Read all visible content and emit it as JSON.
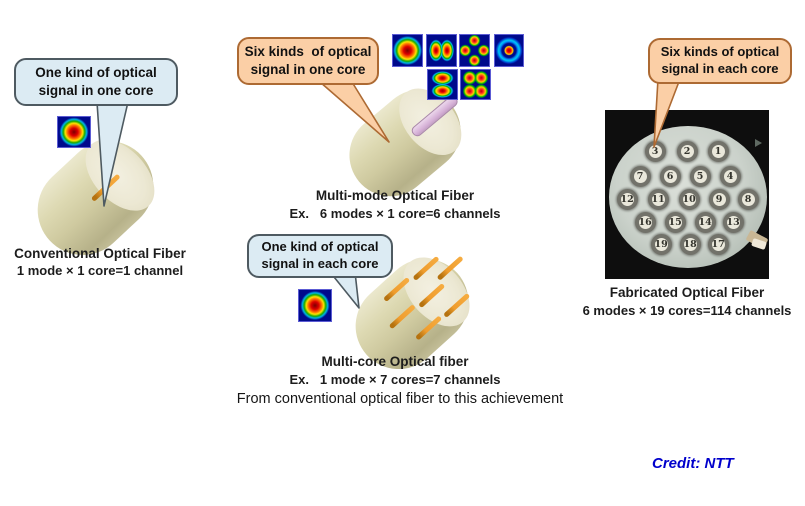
{
  "colors": {
    "callout_blue_fill": "#dcebf3",
    "callout_blue_border": "#4e5a61",
    "callout_orange_fill": "#fbcfa6",
    "callout_orange_border": "#ad6a33",
    "fiber_body": "#d6d2a8",
    "core_orange": "#ef9d2e",
    "rod_pink": "#d9b8d9",
    "mode_tile_navy": "#000a8c",
    "credit_blue": "#0000cc"
  },
  "panels": {
    "conventional": {
      "callout": {
        "line1": "One kind of optical",
        "line2": "signal in one core"
      },
      "title": "Conventional Optical Fiber",
      "formula": "1 mode × 1 core=1 channel"
    },
    "multimode": {
      "callout": {
        "line1": "Six kinds  of optical",
        "line2": "signal in one core"
      },
      "title": "Multi-mode Optical Fiber",
      "formula": "Ex.   6 modes × 1 core=6 channels",
      "mode_patterns": [
        "fundamental-spot",
        "two-lobes-vertical",
        "four-dots-diamond",
        "ring-with-center",
        "two-lobes-stacked",
        "four-lobes-grid"
      ]
    },
    "multicore": {
      "callout": {
        "line1": "One kind of optical",
        "line2": "signal in each core"
      },
      "title": "Multi-core Optical fiber",
      "formula": "Ex.   1 mode × 7 cores=7 channels"
    },
    "fabricated": {
      "callout": {
        "line1": "Six kinds of optical",
        "line2": "signal in each core"
      },
      "title": "Fabricated Optical Fiber",
      "formula": "6 modes × 19 cores=114 channels",
      "core_numbers": [
        [
          3,
          2,
          1
        ],
        [
          7,
          6,
          5,
          4
        ],
        [
          12,
          11,
          10,
          9,
          8
        ],
        [
          16,
          15,
          14,
          13
        ],
        [
          19,
          18,
          17
        ]
      ]
    }
  },
  "caption": "From conventional optical fiber to this achievement",
  "credit": "Credit: NTT"
}
